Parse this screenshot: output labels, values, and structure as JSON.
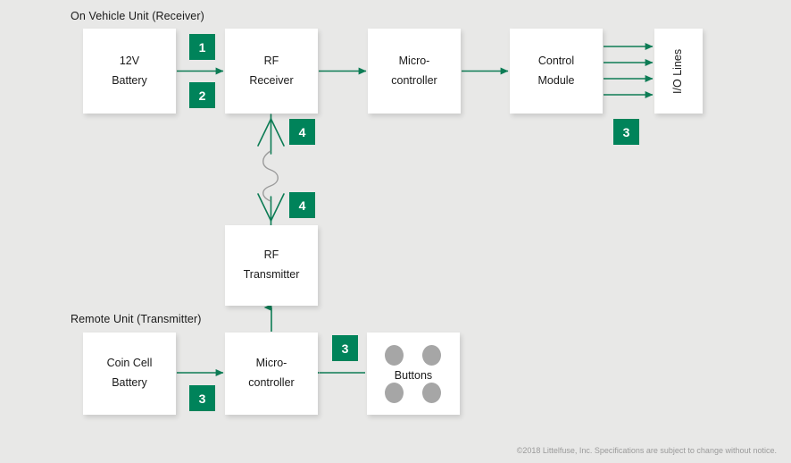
{
  "diagram": {
    "title_vehicle": "On Vehicle Unit (Receiver)",
    "title_remote": "Remote Unit (Transmitter)",
    "accent_color": "#00835a",
    "background_color": "#e8e8e7",
    "box_color": "#ffffff",
    "dot_color": "#a6a6a6",
    "nodes": {
      "battery12v": {
        "line1": "12V",
        "line2": "Battery"
      },
      "rf_receiver": {
        "line1": "RF",
        "line2": "Receiver"
      },
      "mcu_vehicle": {
        "line1": "Micro-",
        "line2": "controller"
      },
      "control_module": {
        "line1": "Control",
        "line2": "Module"
      },
      "io_lines": {
        "line1": "I/O Lines"
      },
      "rf_transmitter": {
        "line1": "RF",
        "line2": "Transmitter"
      },
      "coin_battery": {
        "line1": "Coin Cell",
        "line2": "Battery"
      },
      "mcu_remote": {
        "line1": "Micro-",
        "line2": "controller"
      },
      "buttons": {
        "line1": "Buttons"
      }
    },
    "badges": {
      "b1": "1",
      "b2": "2",
      "b3a": "3",
      "b3b": "3",
      "b3c": "3",
      "b4a": "4",
      "b4b": "4"
    }
  },
  "footer": {
    "copyright": "©2018 Littelfuse, Inc. Specifications are subject to change without notice."
  }
}
